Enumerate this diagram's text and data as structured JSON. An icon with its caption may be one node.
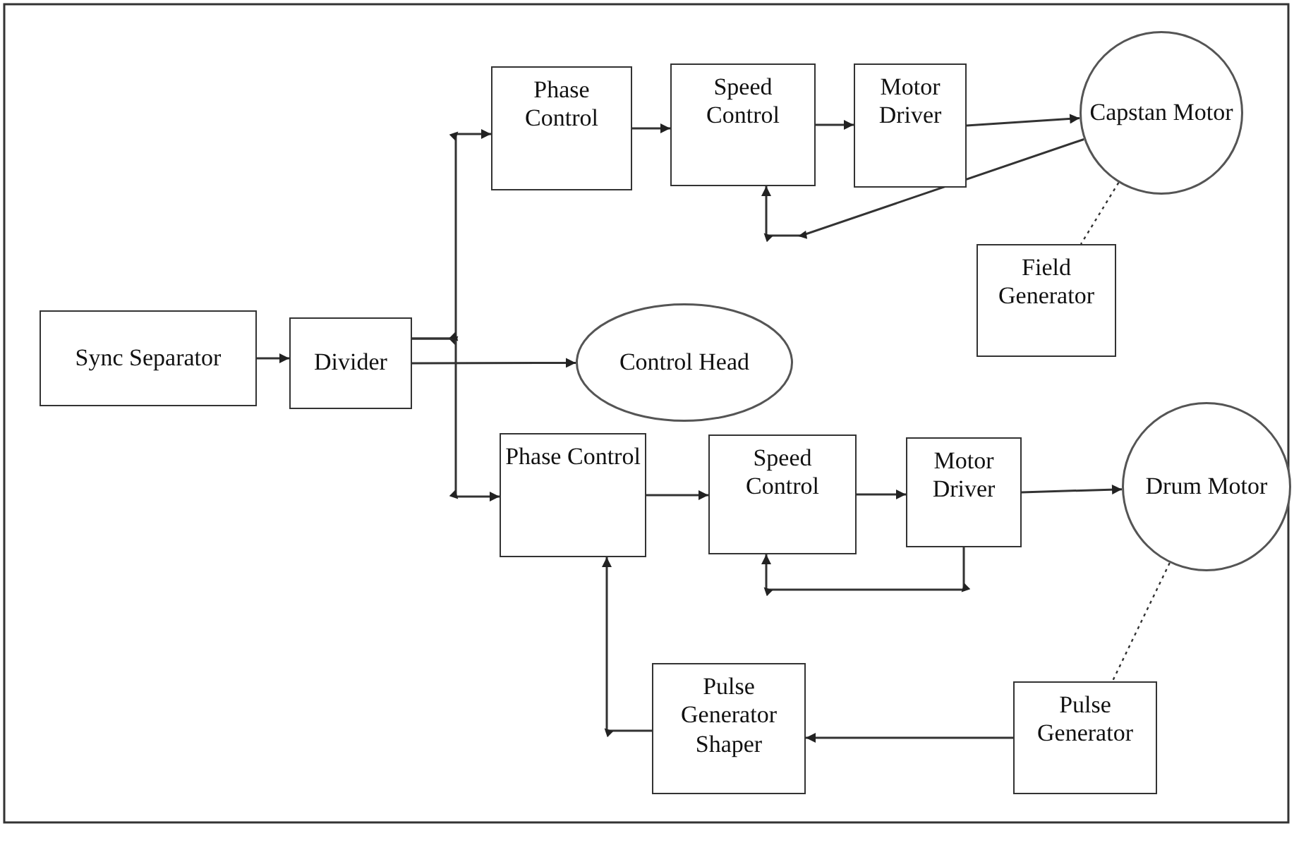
{
  "diagram": {
    "nodes": [
      {
        "text": [
          "Sync Separator"
        ]
      },
      {
        "text": [
          "Divider"
        ]
      },
      {
        "text": [
          "Phase Control"
        ]
      },
      {
        "text": [
          "Speed Control"
        ]
      },
      {
        "text": [
          "Motor Driver"
        ]
      },
      {
        "text": [
          "Capstan Motor"
        ]
      },
      {
        "text": [
          "Field Generator"
        ]
      },
      {
        "text": [
          "Control Head"
        ]
      },
      {
        "text": [
          "Phase Control"
        ]
      },
      {
        "text": [
          "Speed Control"
        ]
      },
      {
        "text": [
          "Motor Driver"
        ]
      },
      {
        "text": [
          "Drum Motor"
        ]
      },
      {
        "text": [
          "Pulse Generator Shaper"
        ]
      },
      {
        "text": [
          "Pulse Generator"
        ]
      }
    ],
    "edges": [
      {
        "from": 0,
        "to": 1,
        "arrow": "to"
      },
      {
        "from": 1,
        "to": 2,
        "arrow": "to"
      },
      {
        "from": 1,
        "to": 7,
        "arrow": "to"
      },
      {
        "from": 1,
        "to": 8,
        "arrow": "to"
      },
      {
        "from": 2,
        "to": 3,
        "arrow": "to"
      },
      {
        "from": 3,
        "to": 4,
        "arrow": "to"
      },
      {
        "from": 4,
        "to": 5,
        "arrow": "to"
      },
      {
        "from": 5,
        "to": 3,
        "arrow": "to"
      },
      {
        "from": 5,
        "to": 6,
        "arrow": "none",
        "style": "dashed"
      },
      {
        "from": 8,
        "to": 9,
        "arrow": "to"
      },
      {
        "from": 9,
        "to": 10,
        "arrow": "to"
      },
      {
        "from": 10,
        "to": 11,
        "arrow": "to"
      },
      {
        "from": 10,
        "to": 9,
        "arrow": "to"
      },
      {
        "from": 11,
        "to": 13,
        "arrow": "none",
        "style": "dashed"
      },
      {
        "from": 13,
        "to": 12,
        "arrow": "to"
      },
      {
        "from": 12,
        "to": 8,
        "arrow": "to"
      }
    ]
  }
}
